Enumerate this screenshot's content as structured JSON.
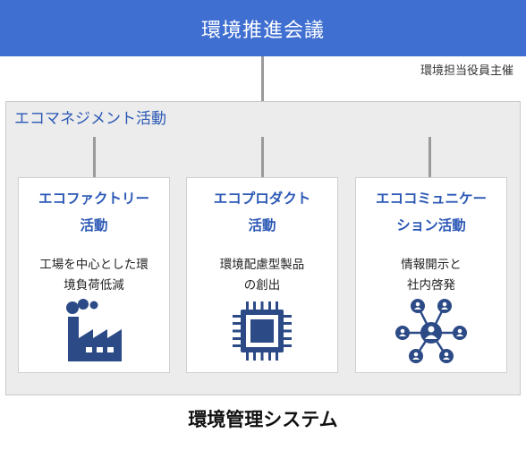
{
  "header": {
    "title": "環境推進会議",
    "host": "環境担当役員主催"
  },
  "panel": {
    "title": "エコマネジメント活動"
  },
  "cards": [
    {
      "title_line1": "エコファクトリー",
      "title_line2": "活動",
      "desc_line1": "工場を中心とした環",
      "desc_line2": "境負荷低減",
      "icon": "factory-icon"
    },
    {
      "title_line1": "エコプロダクト",
      "title_line2": "活動",
      "desc_line1": "環境配慮型製品",
      "desc_line2": "の創出",
      "icon": "chip-icon"
    },
    {
      "title_line1": "エココミュニケー",
      "title_line2": "ション活動",
      "desc_line1": "情報開示と",
      "desc_line2": "社内啓発",
      "icon": "network-icon"
    }
  ],
  "footer": {
    "title": "環境管理システム"
  },
  "colors": {
    "brand_blue": "#3f6fd1",
    "icon_navy": "#2b4a86",
    "title_blue": "#2b58b5"
  }
}
